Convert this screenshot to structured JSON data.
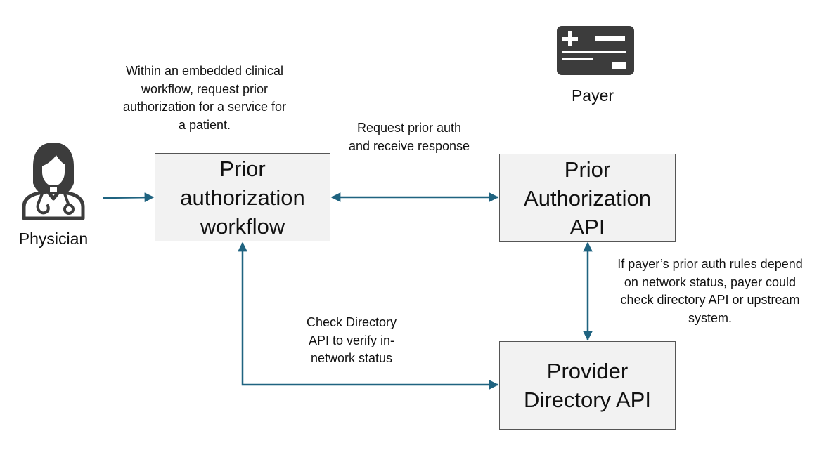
{
  "colors": {
    "arrow": "#1f6380",
    "box_fill": "#f2f2f2",
    "box_border": "#555555",
    "icon_dark": "#3c3c3c",
    "text": "#111111"
  },
  "actors": {
    "physician": {
      "label": "Physician",
      "icon": "physician-icon"
    },
    "payer": {
      "label": "Payer",
      "icon": "insurance-card-icon"
    }
  },
  "boxes": {
    "workflow": "Prior authorization workflow",
    "pa_api": "Prior Authorization API",
    "directory_api": "Provider Directory API"
  },
  "notes": {
    "physician_note": "Within an embedded clinical workflow, request prior authorization for a service for a patient.",
    "request_note": "Request prior auth and receive response",
    "directory_note": "Check Directory API to verify in-network status",
    "payer_note": "If payer’s prior auth rules depend on network status, payer could check directory API or upstream system."
  }
}
